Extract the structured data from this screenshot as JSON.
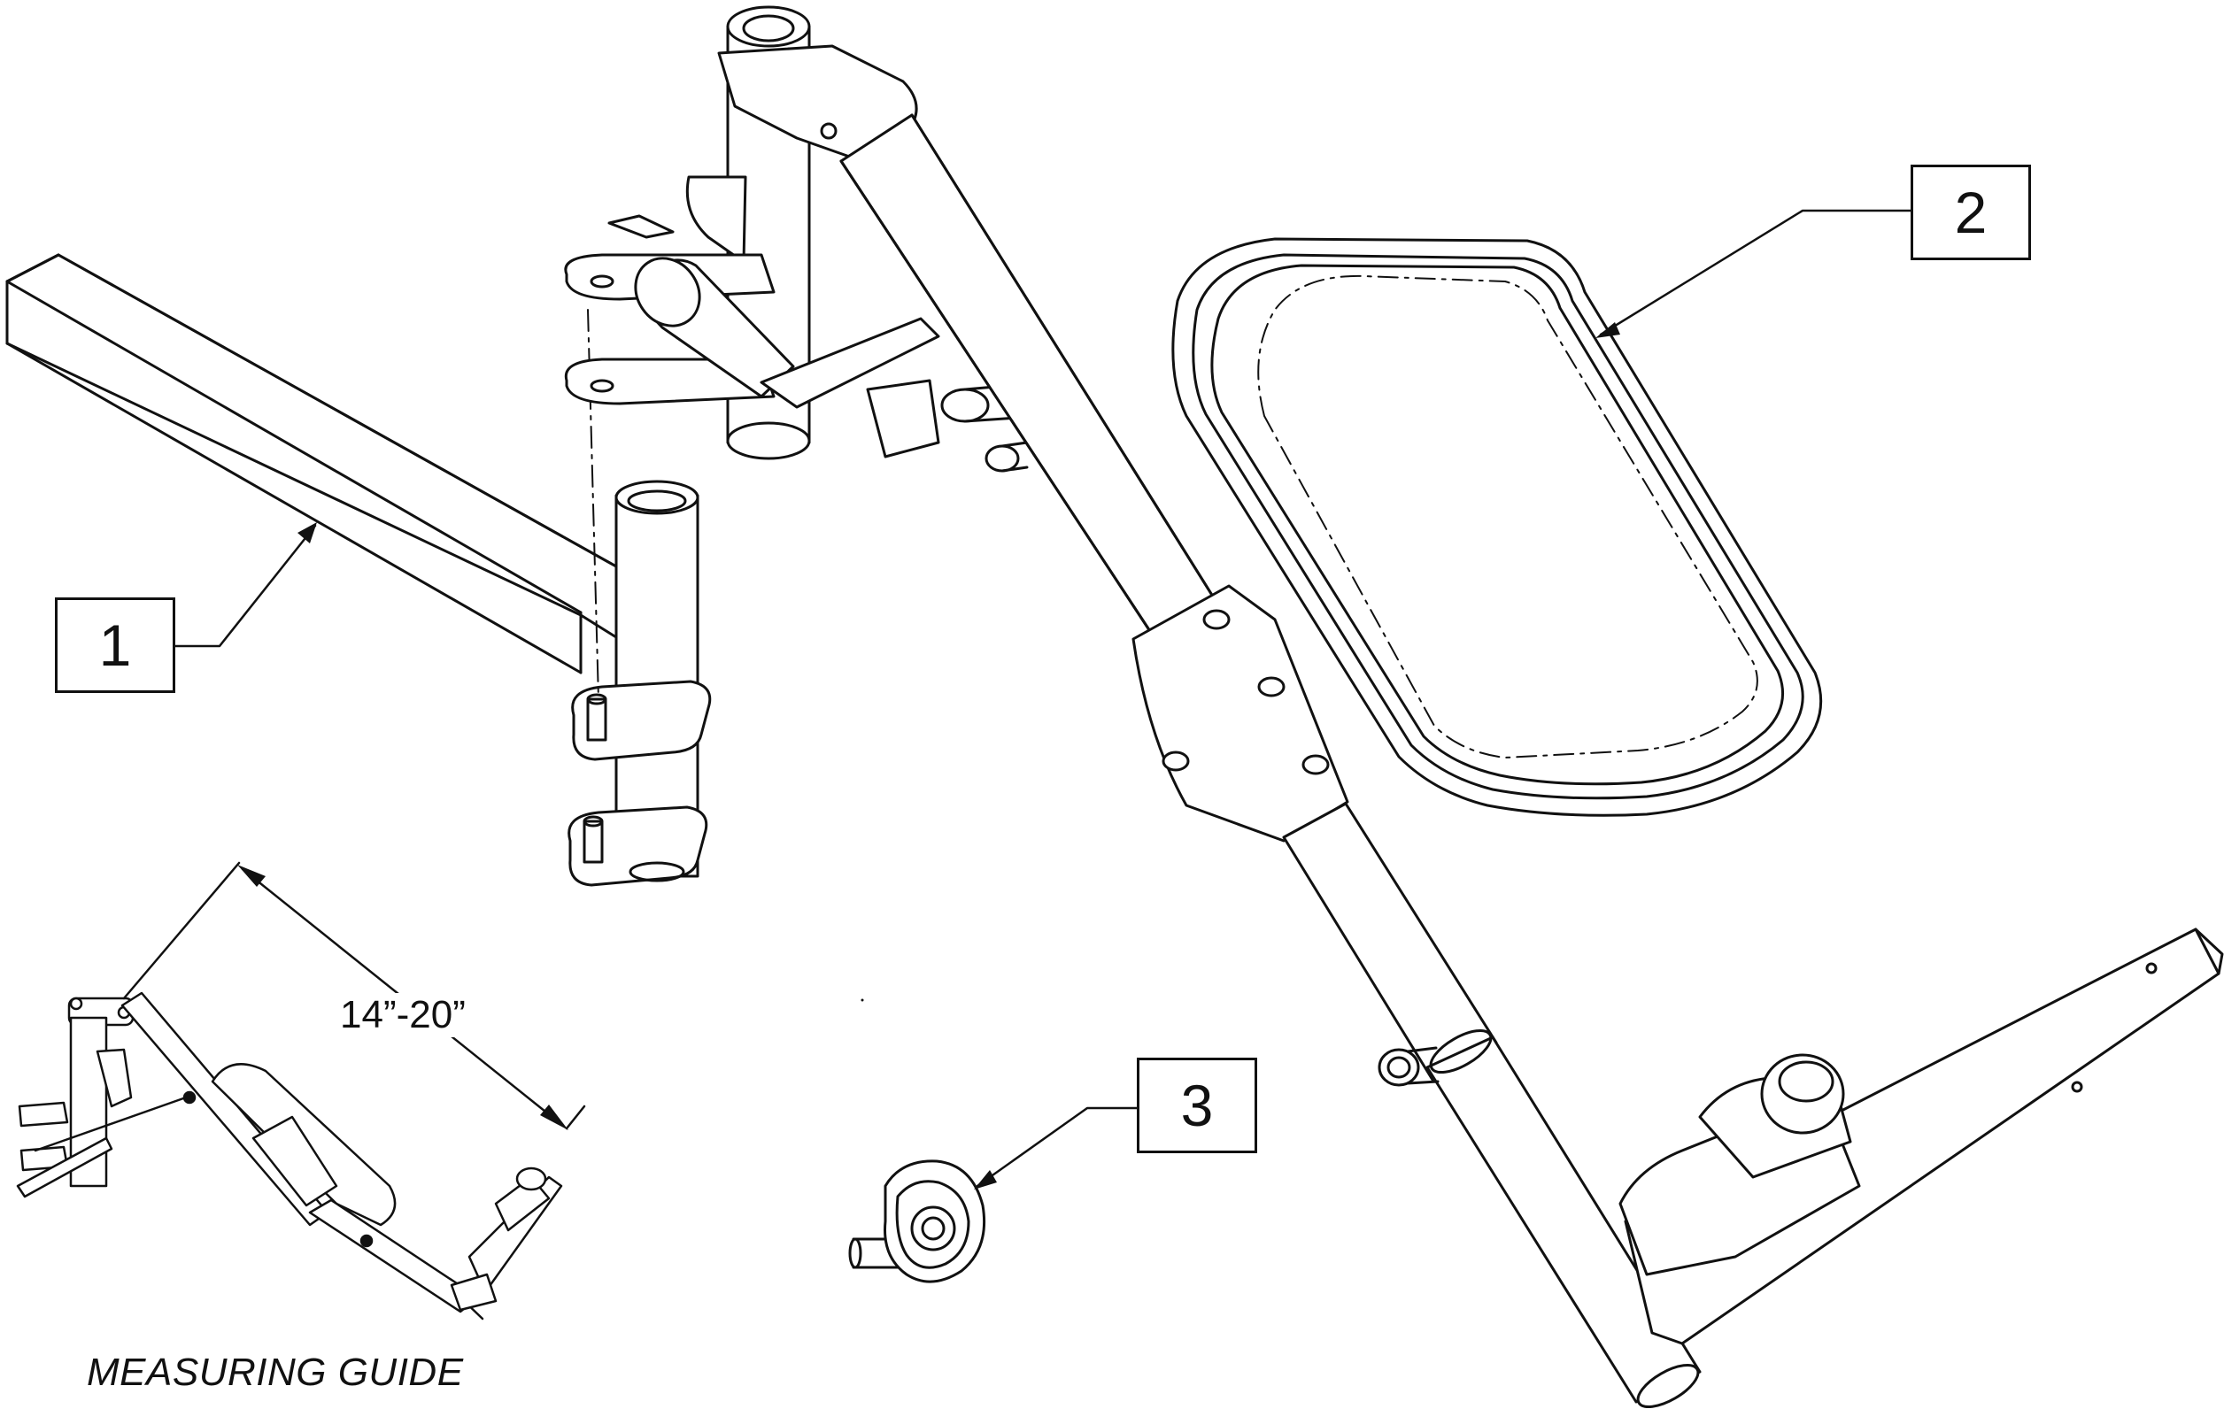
{
  "callouts": [
    {
      "number": "1"
    },
    {
      "number": "2"
    },
    {
      "number": "3"
    }
  ],
  "measuring_guide": {
    "caption": "MEASURING GUIDE",
    "range_label": "14”-20”"
  }
}
